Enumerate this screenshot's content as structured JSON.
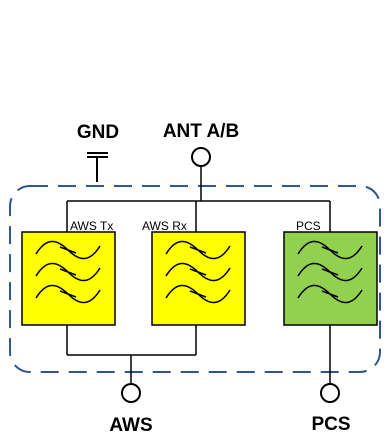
{
  "labels": {
    "gnd": "GND",
    "ant": "ANT A/B",
    "aws_port": "AWS",
    "pcs_port": "PCS"
  },
  "filters": [
    {
      "label": "AWS Tx",
      "color": "#FFFF00"
    },
    {
      "label": "AWS Rx",
      "color": "#FFFF00"
    },
    {
      "label": "PCS",
      "color": "#92D050"
    }
  ],
  "colors": {
    "module_border": "#2F5597",
    "line": "#000000"
  }
}
